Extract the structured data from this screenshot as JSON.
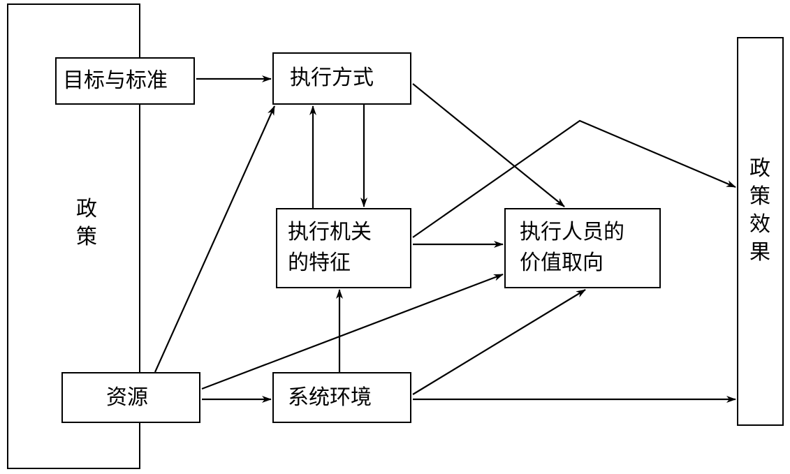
{
  "colors": {
    "stroke": "#000000",
    "background": "#ffffff"
  },
  "boxes": {
    "policy": "政策",
    "goals": "目标与标准",
    "method": "执行方式",
    "agency_line1": "执行机关",
    "agency_line2": "的特征",
    "staff_line1": "执行人员的",
    "staff_line2": "价值取向",
    "resources": "资源",
    "environment": "系统环境",
    "effect": "政策效果"
  }
}
